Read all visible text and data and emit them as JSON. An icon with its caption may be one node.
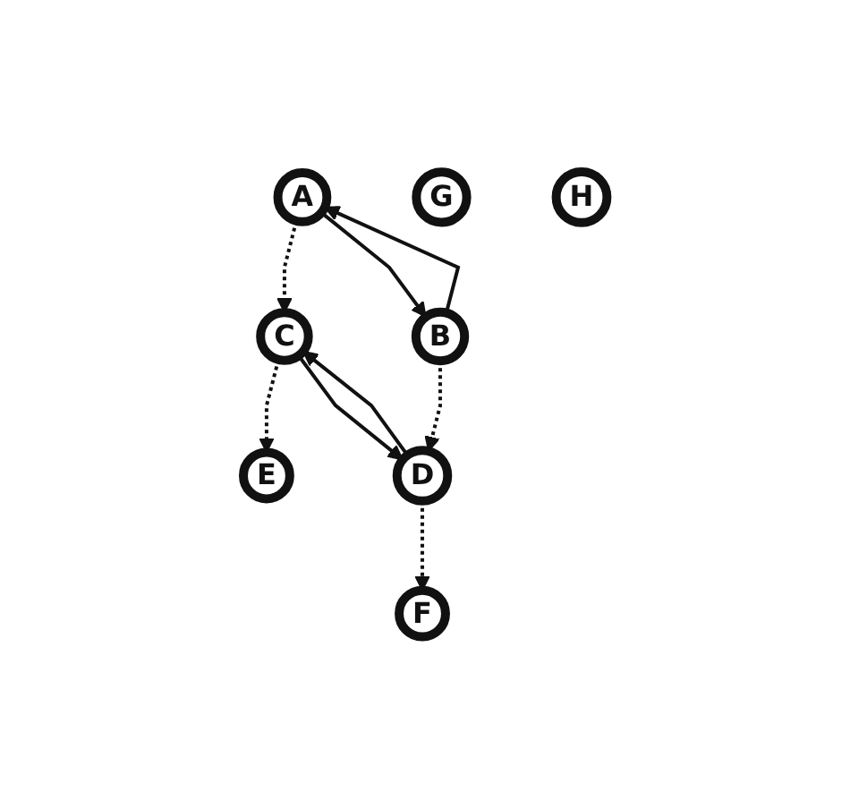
{
  "diagram": {
    "nodes": [
      {
        "text": [
          "E"
        ]
      },
      {
        "text": [
          "C"
        ]
      },
      {
        "text": [
          "A"
        ]
      },
      {
        "text": [
          "G"
        ]
      },
      {
        "text": [
          "H"
        ]
      },
      {
        "text": [
          "B"
        ]
      },
      {
        "text": [
          "D"
        ]
      },
      {
        "text": [
          "F"
        ]
      }
    ],
    "edges": [
      {
        "from": 2,
        "to": 1,
        "arrow": "to",
        "style": "dashed"
      },
      {
        "from": 1,
        "to": 0,
        "arrow": "to",
        "style": "dashed"
      },
      {
        "from": 2,
        "to": 5,
        "arrow": "to"
      },
      {
        "from": 5,
        "to": 2,
        "arrow": "to"
      },
      {
        "from": 1,
        "to": 6,
        "arrow": "to"
      },
      {
        "from": 6,
        "to": 1,
        "arrow": "to"
      },
      {
        "from": 5,
        "to": 6,
        "arrow": "to",
        "style": "dashed"
      },
      {
        "from": 6,
        "to": 7,
        "arrow": "to",
        "style": "dashed"
      }
    ]
  }
}
